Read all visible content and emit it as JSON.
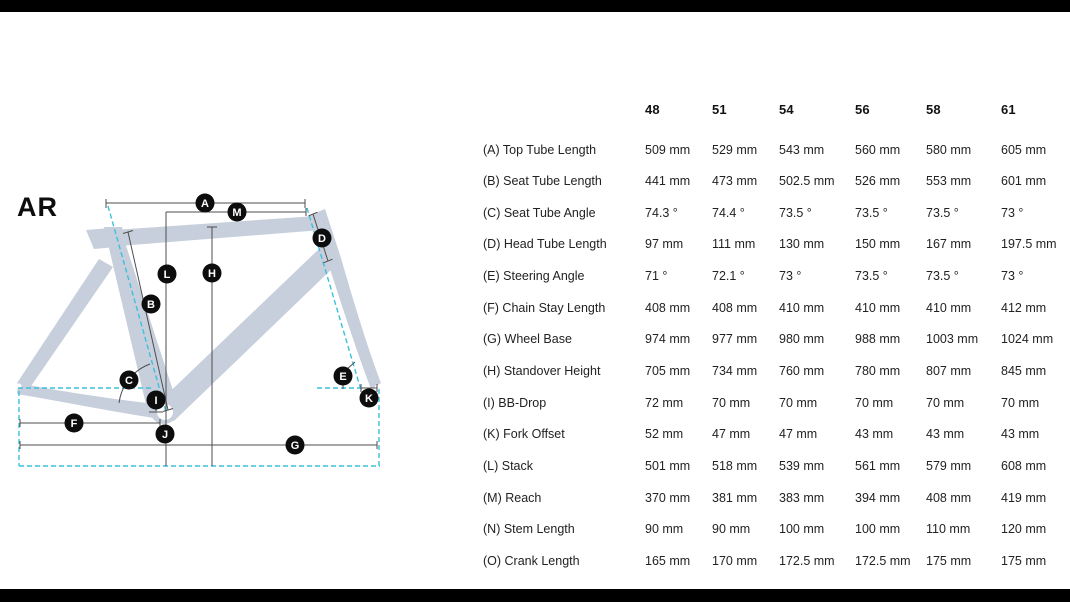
{
  "header": {
    "model_name": "AR"
  },
  "diagram": {
    "labels": [
      "A",
      "M",
      "D",
      "L",
      "H",
      "B",
      "C",
      "E",
      "I",
      "K",
      "F",
      "J",
      "G"
    ],
    "colors": {
      "frame": "#c7cfdc",
      "dashed_line": "#3bc0dc",
      "measure_line": "#4d4d4d",
      "marker_bg": "#0d0d0d",
      "marker_text": "#ffffff"
    }
  },
  "table": {
    "sizes": [
      "48",
      "51",
      "54",
      "56",
      "58",
      "61"
    ],
    "rows": [
      {
        "label": "(A) Top Tube Length",
        "values": [
          "509 mm",
          "529 mm",
          "543 mm",
          "560 mm",
          "580 mm",
          "605 mm"
        ]
      },
      {
        "label": "(B) Seat Tube Length",
        "values": [
          "441 mm",
          "473 mm",
          "502.5 mm",
          "526 mm",
          "553 mm",
          "601 mm"
        ]
      },
      {
        "label": "(C) Seat Tube Angle",
        "values": [
          "74.3 °",
          "74.4 °",
          "73.5 °",
          "73.5 °",
          "73.5 °",
          "73 °"
        ]
      },
      {
        "label": "(D) Head Tube Length",
        "values": [
          "97 mm",
          "111 mm",
          "130 mm",
          "150 mm",
          "167 mm",
          "197.5 mm"
        ]
      },
      {
        "label": "(E) Steering Angle",
        "values": [
          "71 °",
          "72.1 °",
          "73 °",
          "73.5 °",
          "73.5 °",
          "73 °"
        ]
      },
      {
        "label": "(F) Chain Stay Length",
        "values": [
          "408 mm",
          "408 mm",
          "410 mm",
          "410 mm",
          "410 mm",
          "412 mm"
        ]
      },
      {
        "label": "(G) Wheel Base",
        "values": [
          "974 mm",
          "977 mm",
          "980 mm",
          "988 mm",
          "1003 mm",
          "1024 mm"
        ]
      },
      {
        "label": "(H) Standover Height",
        "values": [
          "705 mm",
          "734 mm",
          "760 mm",
          "780 mm",
          "807 mm",
          "845 mm"
        ]
      },
      {
        "label": "(I) BB-Drop",
        "values": [
          "72 mm",
          "70 mm",
          "70 mm",
          "70 mm",
          "70 mm",
          "70 mm"
        ]
      },
      {
        "label": "(K) Fork Offset",
        "values": [
          "52 mm",
          "47 mm",
          "47 mm",
          "43 mm",
          "43 mm",
          "43 mm"
        ]
      },
      {
        "label": "(L) Stack",
        "values": [
          "501 mm",
          "518 mm",
          "539 mm",
          "561 mm",
          "579 mm",
          "608 mm"
        ]
      },
      {
        "label": "(M) Reach",
        "values": [
          "370 mm",
          "381 mm",
          "383 mm",
          "394 mm",
          "408 mm",
          "419 mm"
        ]
      },
      {
        "label": "(N) Stem Length",
        "values": [
          "90 mm",
          "90 mm",
          "100 mm",
          "100 mm",
          "110 mm",
          "120 mm"
        ]
      },
      {
        "label": "(O) Crank Length",
        "values": [
          "165 mm",
          "170 mm",
          "172.5 mm",
          "172.5 mm",
          "175 mm",
          "175 mm"
        ]
      }
    ]
  }
}
